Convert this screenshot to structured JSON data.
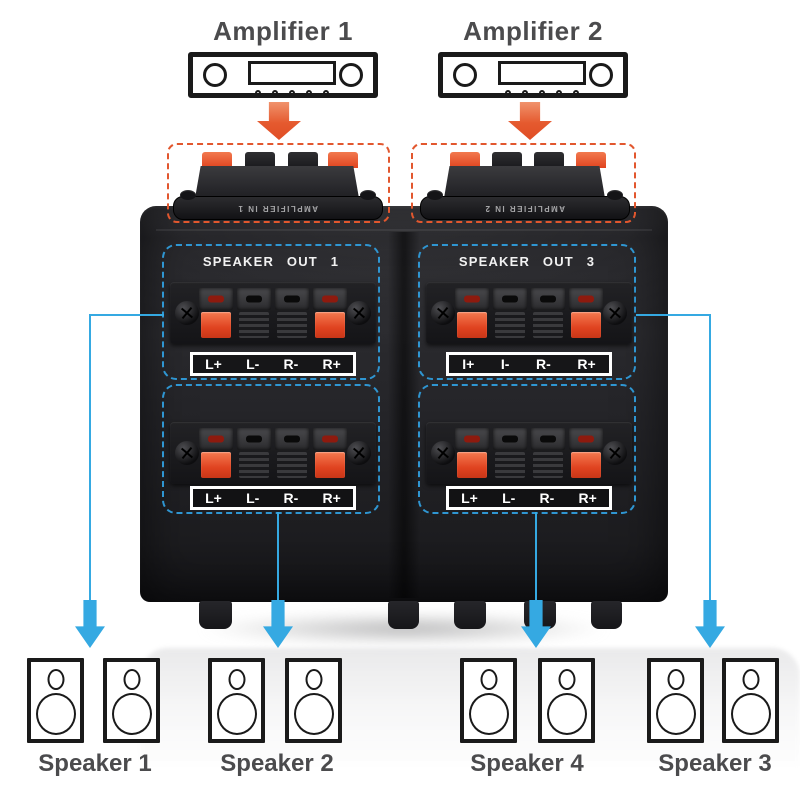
{
  "amplifiers": [
    {
      "label": "Amplifier 1"
    },
    {
      "label": "Amplifier 2"
    }
  ],
  "switcher": {
    "inputs": [
      {
        "label": "AMPLIFIER IN 1"
      },
      {
        "label": "AMPLIFIER IN 2"
      }
    ],
    "outputs": [
      {
        "title": "SPEAKER OUT 1",
        "terminals": [
          "L+",
          "L-",
          "R-",
          "R+"
        ]
      },
      {
        "title": "SPEAKER OUT 3",
        "terminals": [
          "I+",
          "I-",
          "R-",
          "R+"
        ]
      },
      {
        "title": "",
        "terminals": [
          "L+",
          "L-",
          "R-",
          "R+"
        ]
      },
      {
        "title": "",
        "terminals": [
          "L+",
          "L-",
          "R-",
          "R+"
        ]
      }
    ]
  },
  "speakers": [
    {
      "label": "Speaker 1"
    },
    {
      "label": "Speaker 2"
    },
    {
      "label": "Speaker 4"
    },
    {
      "label": "Speaker 3"
    }
  ],
  "colors": {
    "arrow_orange": "#e55a2f",
    "dash_orange": "#e2572e",
    "arrow_blue": "#35a9e2",
    "dash_blue": "#2f96d2",
    "label_gray": "#4b4b4d",
    "terminal_red": "#e8492a"
  }
}
